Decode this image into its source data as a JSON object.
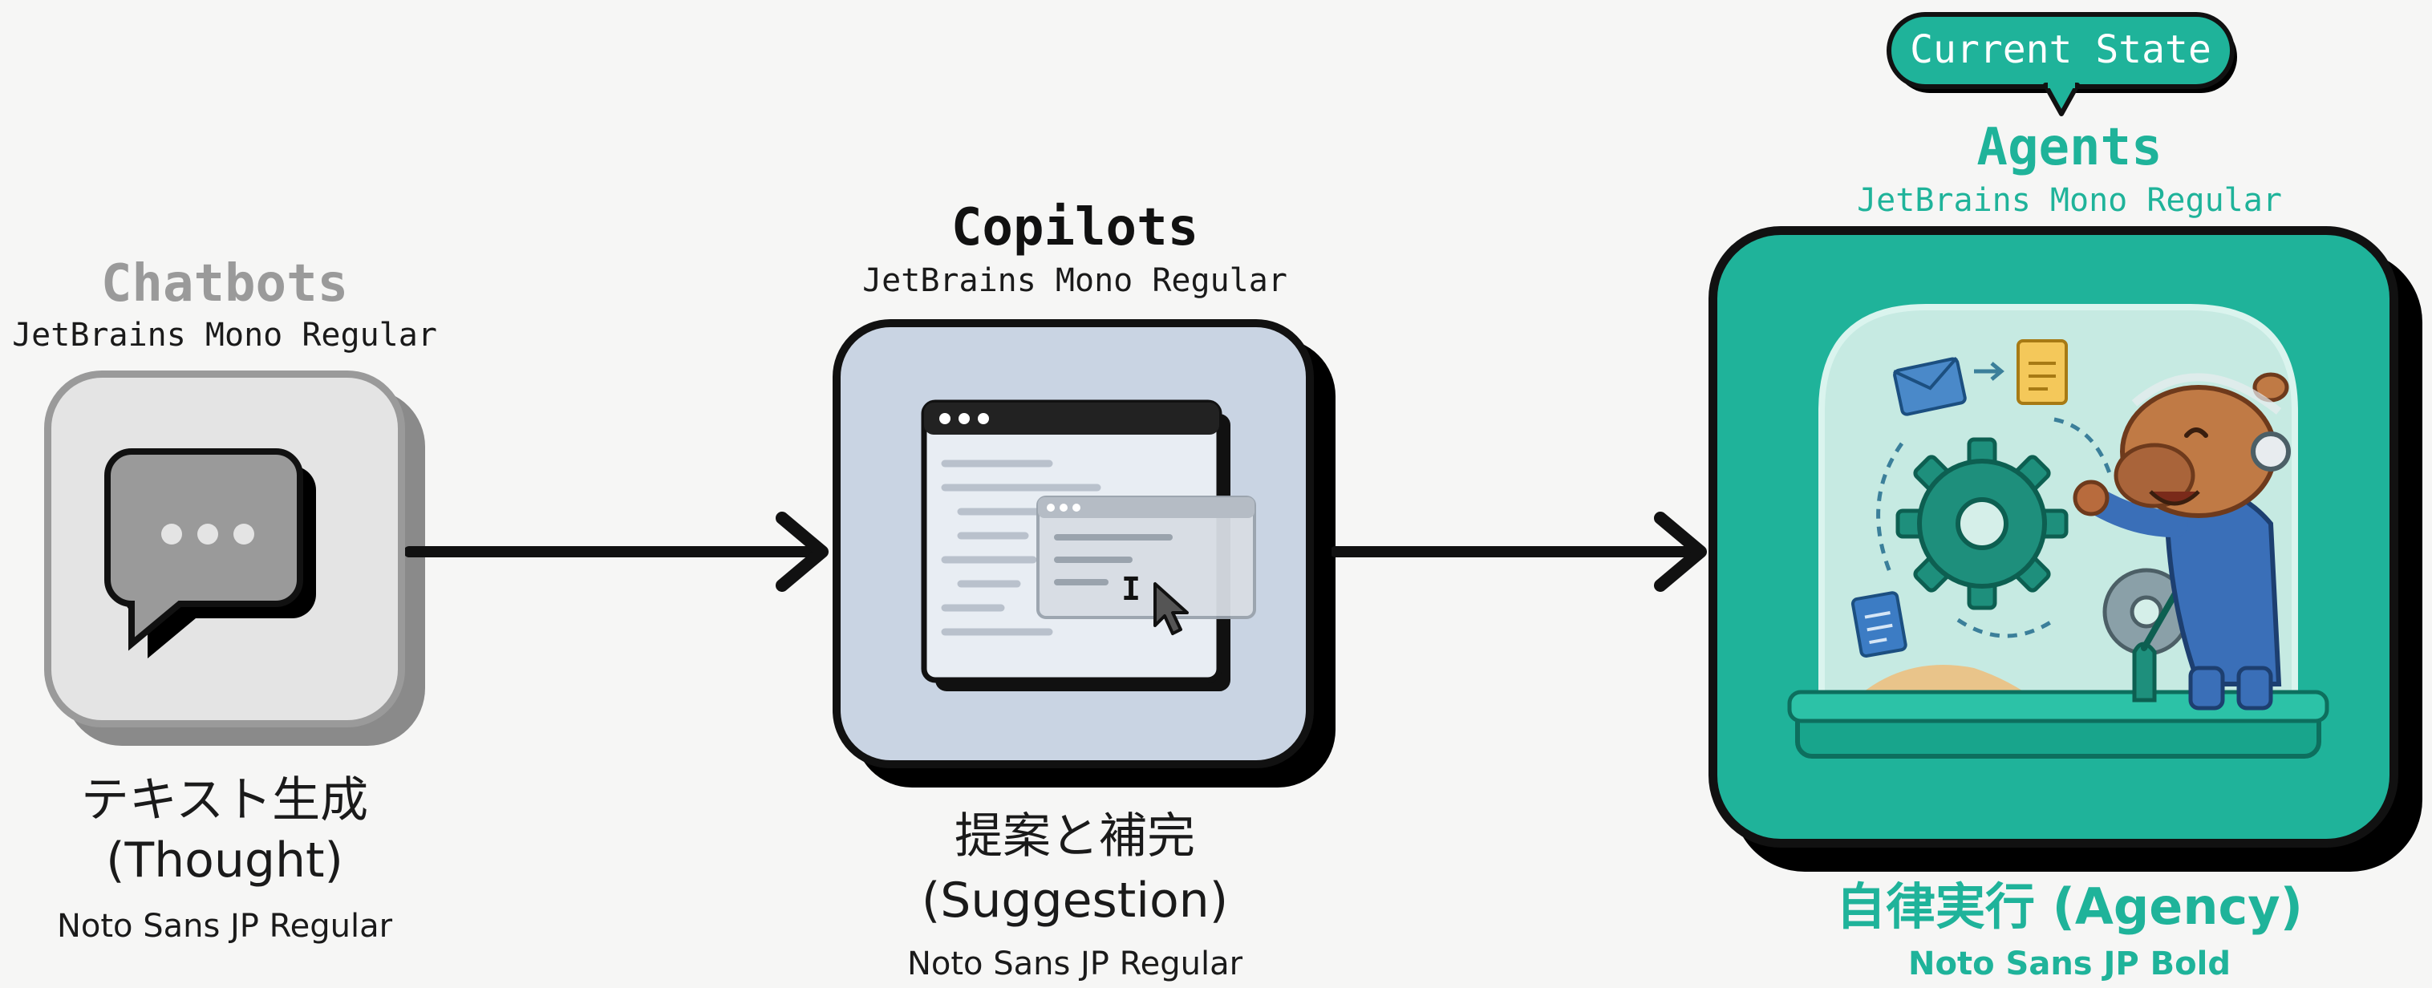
{
  "chatbots": {
    "title": "Chatbots",
    "title_font": "JetBrains Mono Regular",
    "caption_line1": "テキスト生成",
    "caption_line2": "(Thought)",
    "caption_font": "Noto Sans JP Regular",
    "color": "#9a9a9a"
  },
  "copilots": {
    "title": "Copilots",
    "title_font": "JetBrains Mono Regular",
    "caption_line1": "提案と補完",
    "caption_line2": "(Suggestion)",
    "caption_font": "Noto Sans JP Regular",
    "color": "#111111"
  },
  "agents": {
    "badge": "Current State",
    "title": "Agents",
    "title_font": "JetBrains Mono Regular",
    "caption": "自律実行 (Agency)",
    "caption_font": "Noto Sans JP Bold",
    "color": "#1fb39a"
  },
  "icons": {
    "chatbots": "chat-bubble-icon",
    "copilots": "code-window-with-suggestion-icon",
    "agents": "capybara-agent-in-dome-illustration"
  }
}
